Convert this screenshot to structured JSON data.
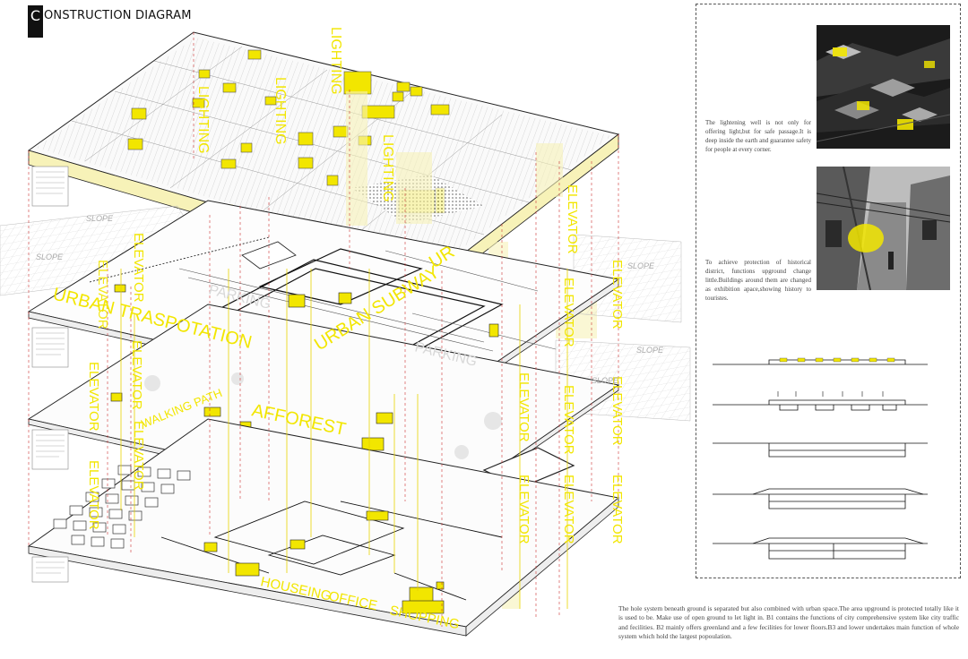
{
  "title": {
    "initial": "C",
    "rest": "ONSTRUCTION DIAGRAM"
  },
  "diagram": {
    "labels": {
      "lighting": "LIGHTING",
      "elevator": "ELEVATOR",
      "slope": "SLOPE",
      "parking": "PARKING",
      "urban_transportation": "URBAN TRASPOTATION",
      "urban_subway": "URBAN SUBWAY",
      "urban_short": "UR",
      "afforest": "AFFOREST",
      "walking_path": "WALKING PATH",
      "housing": "HOUSEING",
      "office": "OFFICE",
      "shopping": "SHOPPING"
    }
  },
  "side_panel": {
    "caption_1": "The lightening well is not only for offering light,but for safe passage.It is deep inside the earth and guarantee safety for people at every corner.",
    "caption_2": "To achieve protection of historical district, functions upground change little.Buildings around them are changed as exhibition apace,showing history to touristes."
  },
  "summary": "The hole system beneath ground is separated but also combined with urban space.The area upground is protected totally like it is used to be. Make use of open ground to let light in. B1 contains the functions of city comprehensive system like city traffic and fecilities. B2 mainly offers greenland and a few fecilities for lower floors.B3 and lower undertakes main function of whole system which hold the largest popoulation.",
  "colors": {
    "accent": "#f2e600",
    "line": "#222222",
    "pale_yellow": "#f7f2b8"
  }
}
